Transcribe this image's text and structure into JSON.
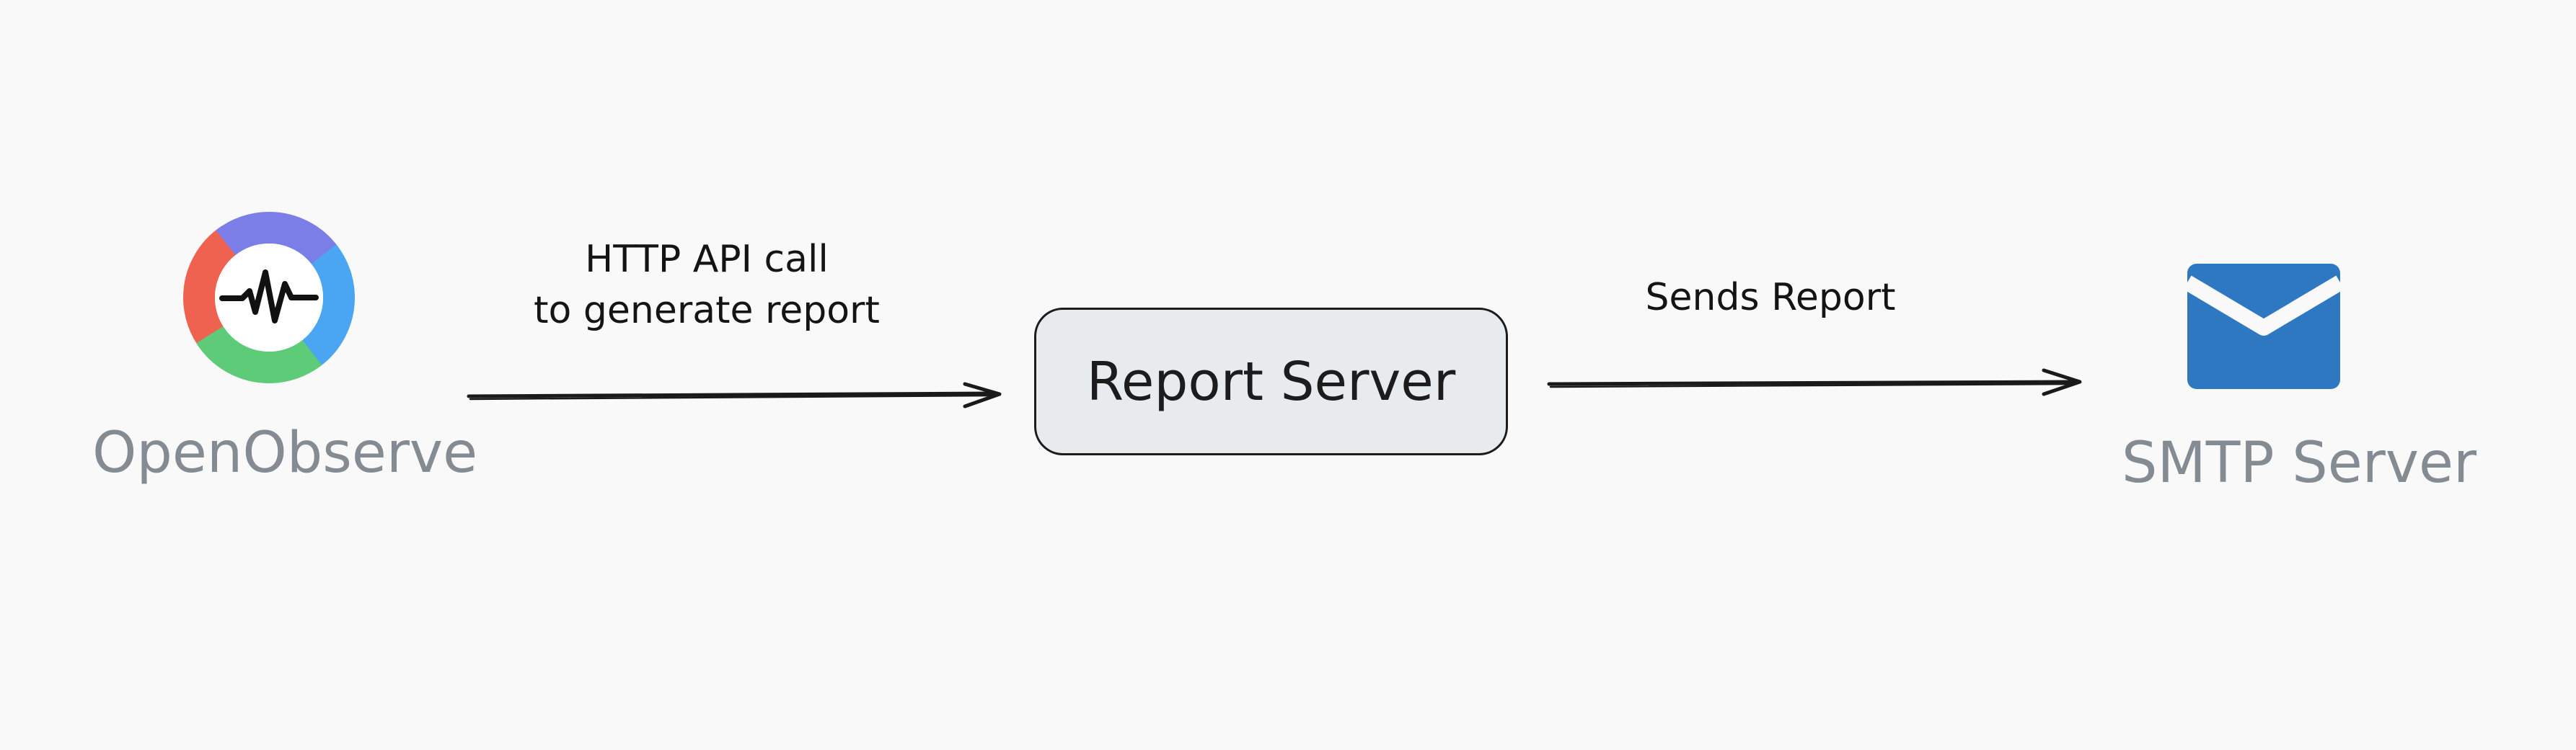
{
  "nodes": {
    "openobserve": {
      "label": "OpenObserve",
      "icon": "openobserve-logo-icon"
    },
    "report_server": {
      "label": "Report Server"
    },
    "smtp_server": {
      "label": "SMTP Server",
      "icon": "envelope-icon"
    }
  },
  "edges": {
    "api_call": {
      "line1": "HTTP API call",
      "line2": "to generate report",
      "icon": "arrow-right-icon"
    },
    "sends_report": {
      "label": "Sends Report",
      "icon": "arrow-right-icon"
    }
  },
  "colors": {
    "background": "#f9f9f9",
    "logo_red": "#f06250",
    "logo_purple": "#7a7ee6",
    "logo_blue": "#4aa5f2",
    "logo_green": "#5ecb78",
    "envelope_blue": "#2e78c2",
    "box_fill": "#e8ebee",
    "label_gray": "#858b92"
  }
}
